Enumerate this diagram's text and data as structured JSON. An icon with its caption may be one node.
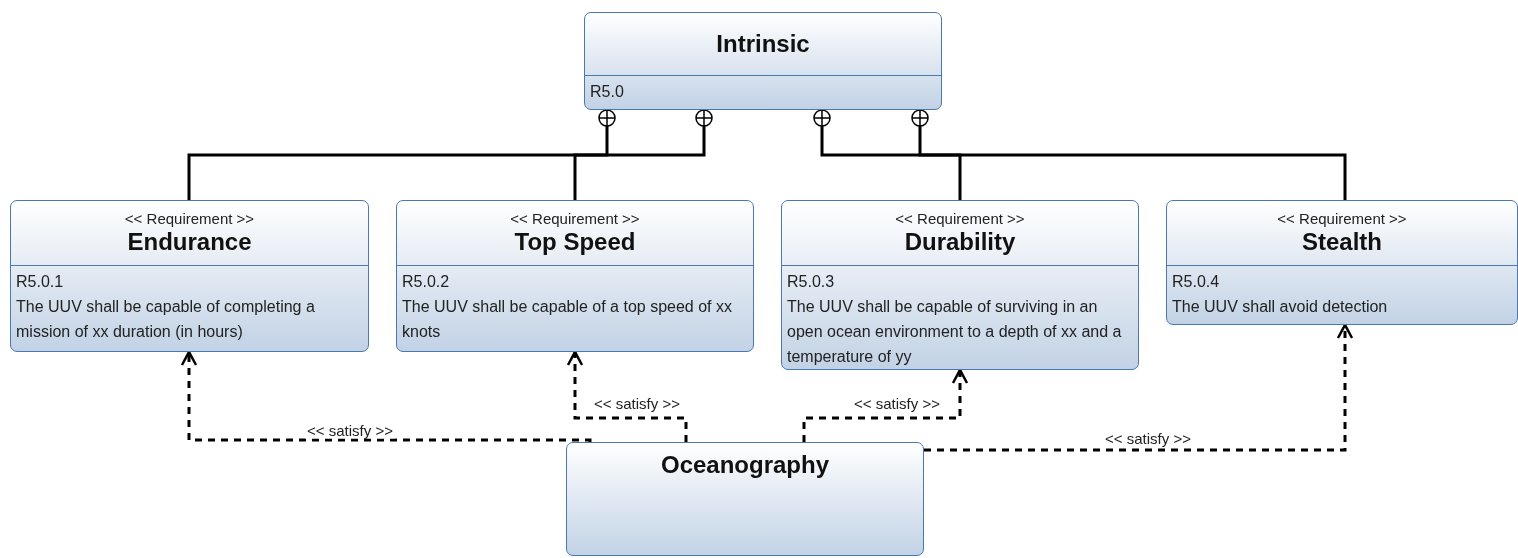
{
  "diagram": {
    "nodes": [
      {
        "text": [
          "Intrinsic",
          "R5.0"
        ]
      },
      {
        "text": [
          "<< Requirement >>",
          "Endurance",
          "R5.0.1",
          "The UUV shall be capable of completing a mission of xx duration (in hours)"
        ]
      },
      {
        "text": [
          "<< Requirement >>",
          "Top Speed",
          "R5.0.2",
          "The UUV shall be capable of a top speed of xx knots"
        ]
      },
      {
        "text": [
          "<< Requirement >>",
          "Durability",
          "R5.0.3",
          "The UUV shall be capable of surviving in an open ocean environment to a depth of xx and a temperature of yy"
        ]
      },
      {
        "text": [
          "<< Requirement >>",
          "Stealth",
          "R5.0.4",
          "The UUV shall avoid detection"
        ]
      },
      {
        "text": [
          "Oceanography"
        ]
      }
    ],
    "edges": [
      {
        "from": 0,
        "to": 1,
        "arrow": "other"
      },
      {
        "from": 0,
        "to": 2,
        "arrow": "other"
      },
      {
        "from": 0,
        "to": 3,
        "arrow": "other"
      },
      {
        "from": 0,
        "to": 4,
        "arrow": "other"
      },
      {
        "from": 5,
        "to": 1,
        "arrow": "to",
        "style": "dashed",
        "label": "<< satisfy >>"
      },
      {
        "from": 5,
        "to": 2,
        "arrow": "to",
        "style": "dashed",
        "label": "<< satisfy >>"
      },
      {
        "from": 5,
        "to": 3,
        "arrow": "to",
        "style": "dashed",
        "label": "<< satisfy >>"
      },
      {
        "from": 5,
        "to": 4,
        "arrow": "to",
        "style": "dashed",
        "label": "<< satisfy >>"
      }
    ]
  }
}
